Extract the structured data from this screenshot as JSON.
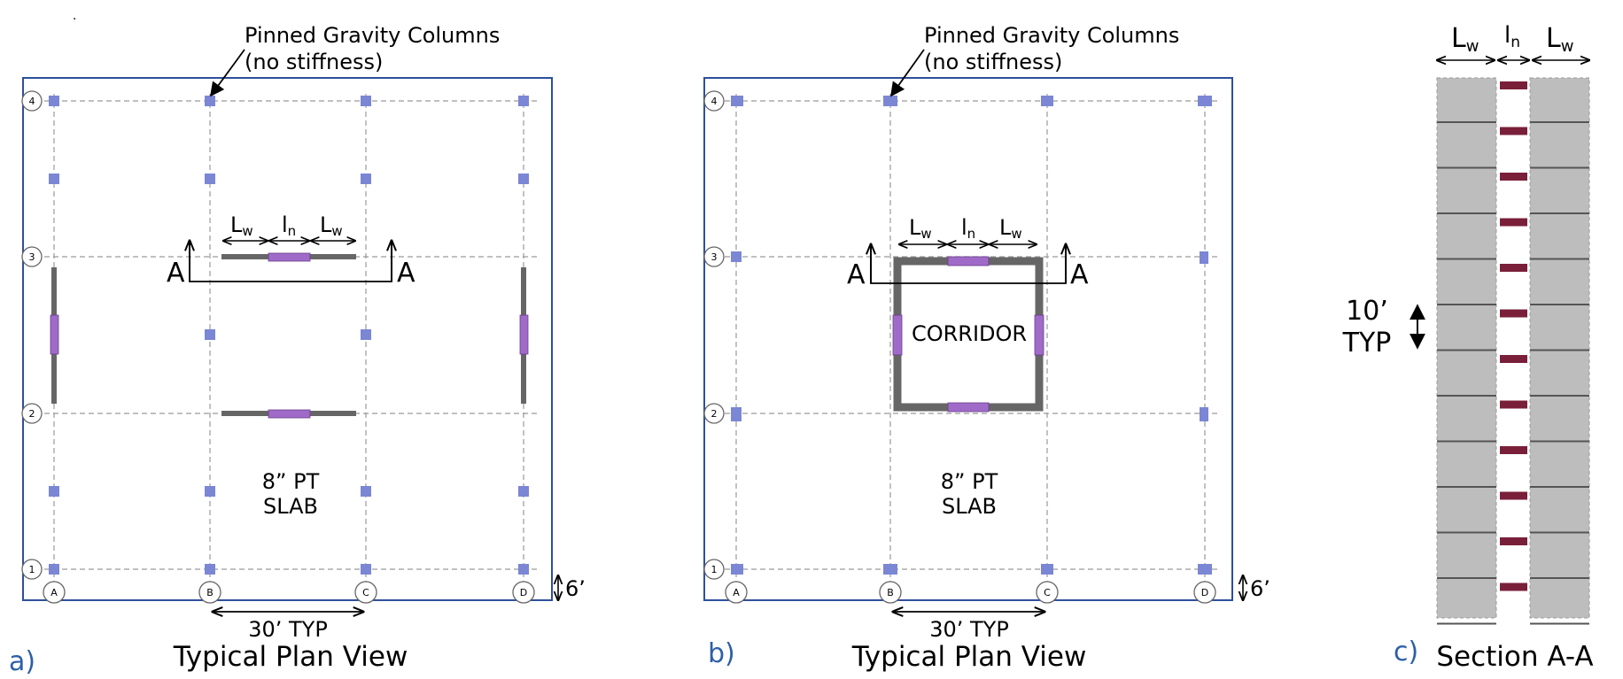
{
  "panels": [
    {
      "id": "a",
      "letter": "a)",
      "title": "Typical Plan View",
      "callout_line1": "Pinned Gravity Columns",
      "callout_line2": "(no stiffness)",
      "slab_line1": "8” PT",
      "slab_line2": "SLAB",
      "span_label": "30’ TYP",
      "edge_label": "6’",
      "section_marker": "A",
      "wall_label": "L",
      "wall_sub": "w",
      "beam_label": "l",
      "beam_sub": "n",
      "col_labels": [
        "A",
        "B",
        "C",
        "D"
      ],
      "row_labels": [
        "1",
        "2",
        "3",
        "4"
      ]
    },
    {
      "id": "b",
      "letter": "b)",
      "title": "Typical Plan View",
      "callout_line1": "Pinned Gravity Columns",
      "callout_line2": "(no stiffness)",
      "slab_line1": "8” PT",
      "slab_line2": "SLAB",
      "corridor_label": "CORRIDOR",
      "span_label": "30’ TYP",
      "edge_label": "6’",
      "section_marker": "A",
      "wall_label": "L",
      "wall_sub": "w",
      "beam_label": "l",
      "beam_sub": "n",
      "col_labels": [
        "A",
        "B",
        "C",
        "D"
      ],
      "row_labels": [
        "1",
        "2",
        "3",
        "4"
      ]
    },
    {
      "id": "c",
      "letter": "c)",
      "title": "Section A-A",
      "wall_label": "L",
      "wall_sub": "w",
      "beam_label": "l",
      "beam_sub": "n",
      "story_height": "10’",
      "story_typ": "TYP",
      "story_count": 12
    }
  ],
  "colors": {
    "frame": "#2e4f9a",
    "grid": "#9a9a9a",
    "column": "#7b86d4",
    "wall": "#666666",
    "coupling_beam": "#a06bc8",
    "section_wall": "#bdbdbd",
    "section_beam": "#7a1f3a",
    "caption_letter": "#2f5fa8"
  }
}
